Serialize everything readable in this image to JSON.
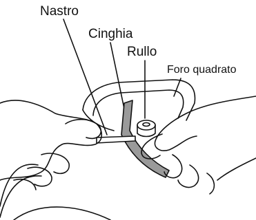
{
  "labels": {
    "tape": "Nastro",
    "belt": "Cinghia",
    "roller": "Rullo",
    "square_hole": "Foro quadrato"
  },
  "colors": {
    "ink": "#111111",
    "belt_fill": "#9a9a9a",
    "background": "#ffffff"
  }
}
